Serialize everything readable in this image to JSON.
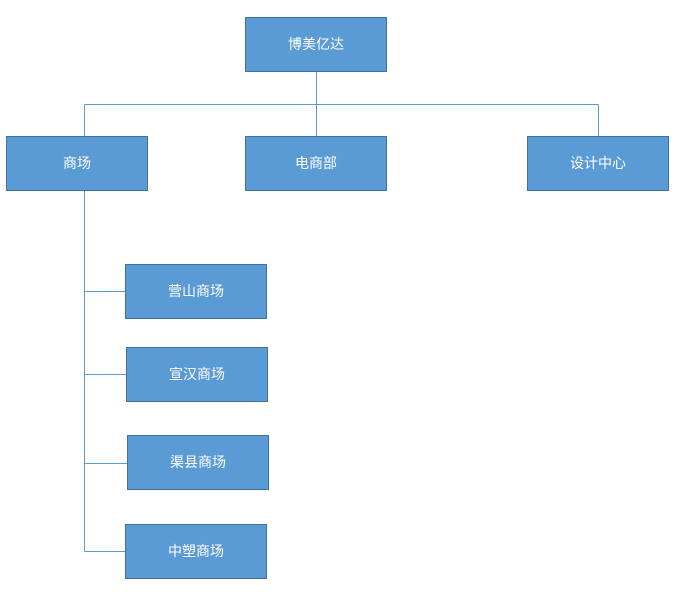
{
  "diagram": {
    "root": {
      "label": "博美亿达"
    },
    "departments": [
      {
        "label": "商场",
        "children": [
          {
            "label": "营山商场"
          },
          {
            "label": "宣汉商场"
          },
          {
            "label": "渠县商场"
          },
          {
            "label": "中塑商场"
          }
        ]
      },
      {
        "label": "电商部"
      },
      {
        "label": "设计中心"
      }
    ],
    "colors": {
      "node_fill": "#5b9bd5",
      "node_border": "#41719c",
      "node_text": "#ffffff",
      "connector": "#5b9bd5",
      "background": "#ffffff"
    }
  }
}
